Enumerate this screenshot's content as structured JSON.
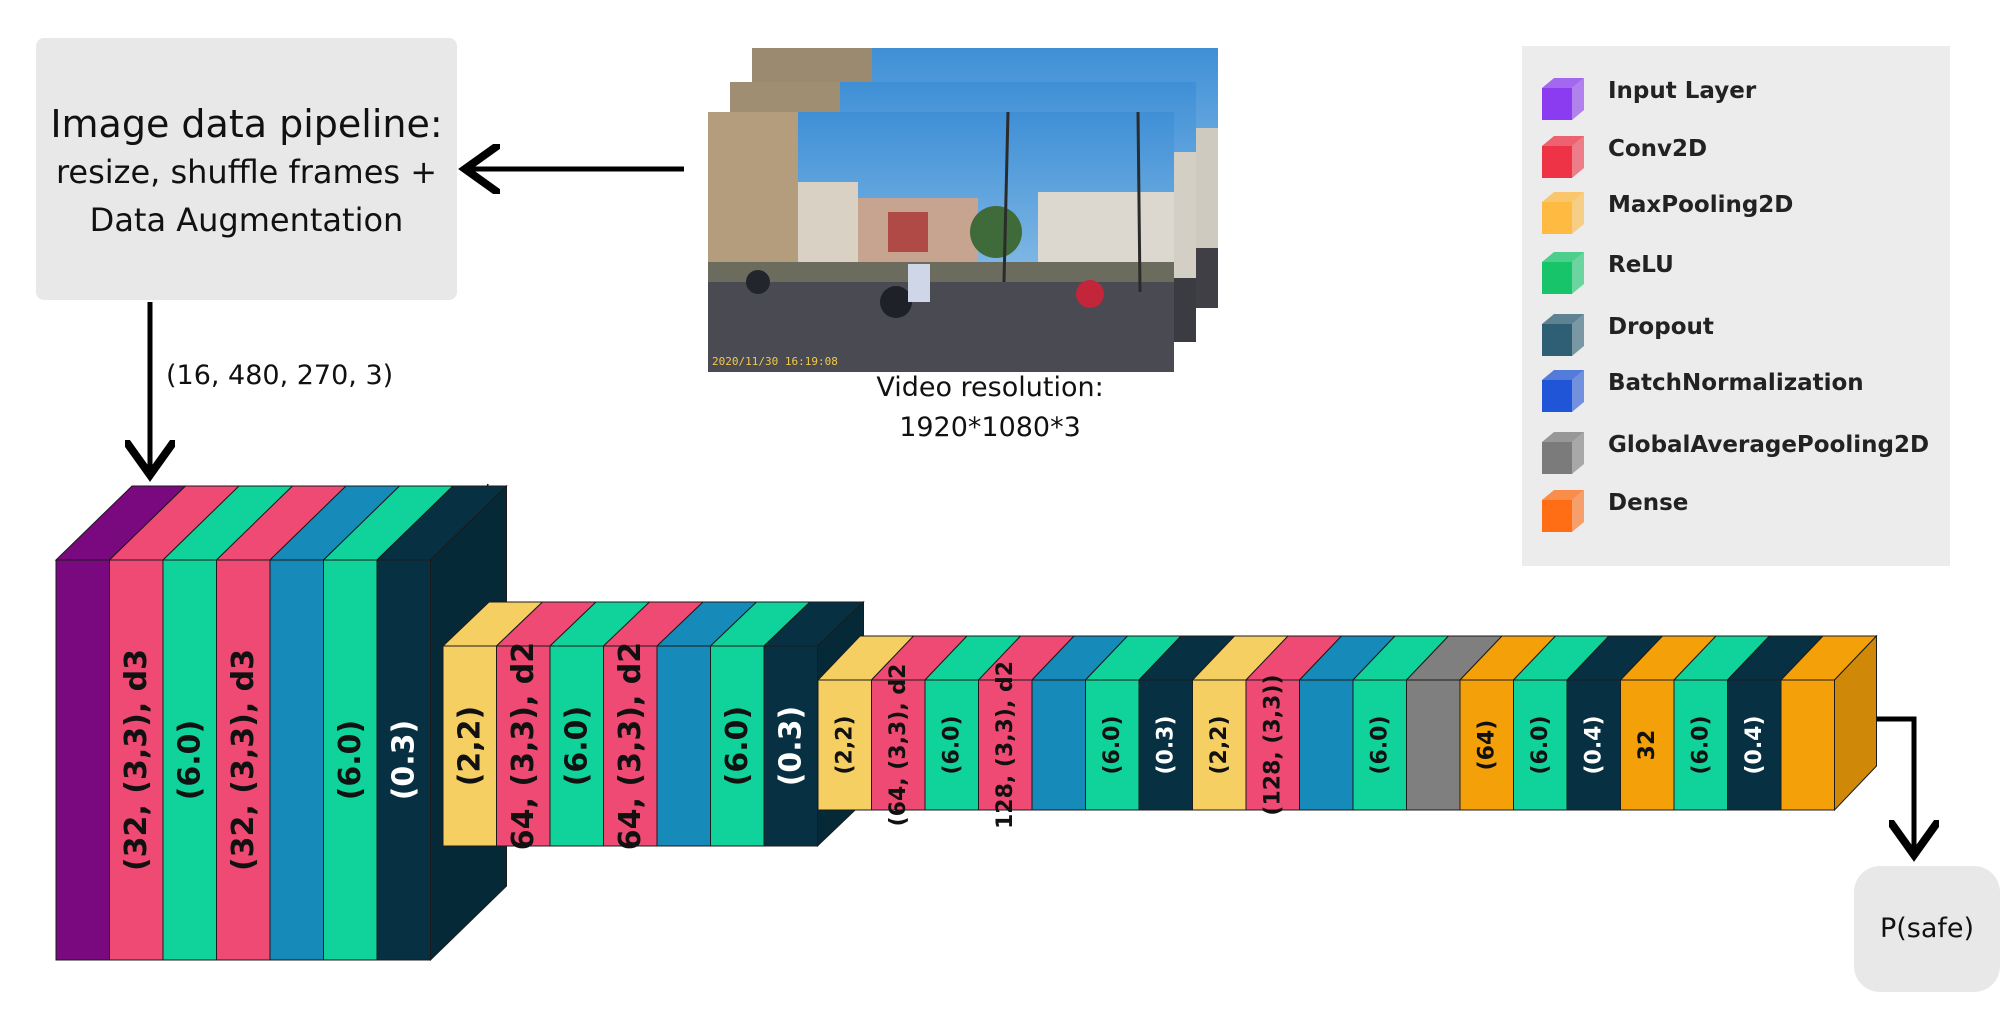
{
  "pipeline": {
    "title": "Image data pipeline:",
    "line1": "resize, shuffle frames +",
    "line2": "Data Augmentation"
  },
  "input_shape": "(16, 480, 270, 3)",
  "video": {
    "caption_line1": "Video resolution:",
    "caption_line2": "1920*1080*3",
    "timestamp": "2020/11/30 16:19:08"
  },
  "legend": [
    {
      "label": "Input Layer",
      "color": "#8b3cf0"
    },
    {
      "label": "Conv2D",
      "color": "#ee3347"
    },
    {
      "label": "MaxPooling2D",
      "color": "#ffba42"
    },
    {
      "label": "ReLU",
      "color": "#18c46a"
    },
    {
      "label": "Dropout",
      "color": "#2f5f74"
    },
    {
      "label": "BatchNormalization",
      "color": "#1f55d6"
    },
    {
      "label": "GlobalAveragePooling2D",
      "color": "#7b7b7b"
    },
    {
      "label": "Dense",
      "color": "#ff6d14"
    }
  ],
  "layer_colors": {
    "input": "#7a087f",
    "conv": "#ee4a73",
    "pool": "#f6cf63",
    "relu": "#0fd39a",
    "dropout": "#073042",
    "batchnorm": "#168ab8",
    "gap": "#7f7f7f",
    "dense": "#f3a009"
  },
  "network": {
    "block1": [
      {
        "type": "input",
        "text": ""
      },
      {
        "type": "conv",
        "text": "(32, (3,3), d3"
      },
      {
        "type": "relu",
        "text": "(6.0)"
      },
      {
        "type": "conv",
        "text": "(32, (3,3), d3"
      },
      {
        "type": "batchnorm",
        "text": ""
      },
      {
        "type": "relu",
        "text": "(6.0)"
      },
      {
        "type": "dropout",
        "text": "(0.3)"
      }
    ],
    "block2": [
      {
        "type": "pool",
        "text": "(2,2)"
      },
      {
        "type": "conv",
        "text": "64, (3,3), d2"
      },
      {
        "type": "relu",
        "text": "(6.0)"
      },
      {
        "type": "conv",
        "text": "64, (3,3), d2"
      },
      {
        "type": "batchnorm",
        "text": ""
      },
      {
        "type": "relu",
        "text": "(6.0)"
      },
      {
        "type": "dropout",
        "text": "(0.3)"
      }
    ],
    "block3": [
      {
        "type": "pool",
        "text": "(2,2)"
      },
      {
        "type": "conv",
        "text": "(64, (3,3), d2"
      },
      {
        "type": "relu",
        "text": "(6.0)"
      },
      {
        "type": "conv",
        "text": "128, (3,3), d2"
      },
      {
        "type": "batchnorm",
        "text": ""
      },
      {
        "type": "relu",
        "text": "(6.0)"
      },
      {
        "type": "dropout",
        "text": "(0.3)"
      },
      {
        "type": "pool",
        "text": "(2,2)"
      },
      {
        "type": "conv",
        "text": "(128, (3,3))"
      },
      {
        "type": "batchnorm",
        "text": ""
      },
      {
        "type": "relu",
        "text": "(6.0)"
      },
      {
        "type": "gap",
        "text": ""
      },
      {
        "type": "dense",
        "text": "(64)"
      },
      {
        "type": "relu",
        "text": "(6.0)"
      },
      {
        "type": "dropout",
        "text": "(0.4)"
      },
      {
        "type": "dense",
        "text": "32"
      },
      {
        "type": "relu",
        "text": "(6.0)"
      },
      {
        "type": "dropout",
        "text": "(0.4)"
      },
      {
        "type": "dense",
        "text": ""
      }
    ]
  },
  "output_label": "P(safe)"
}
